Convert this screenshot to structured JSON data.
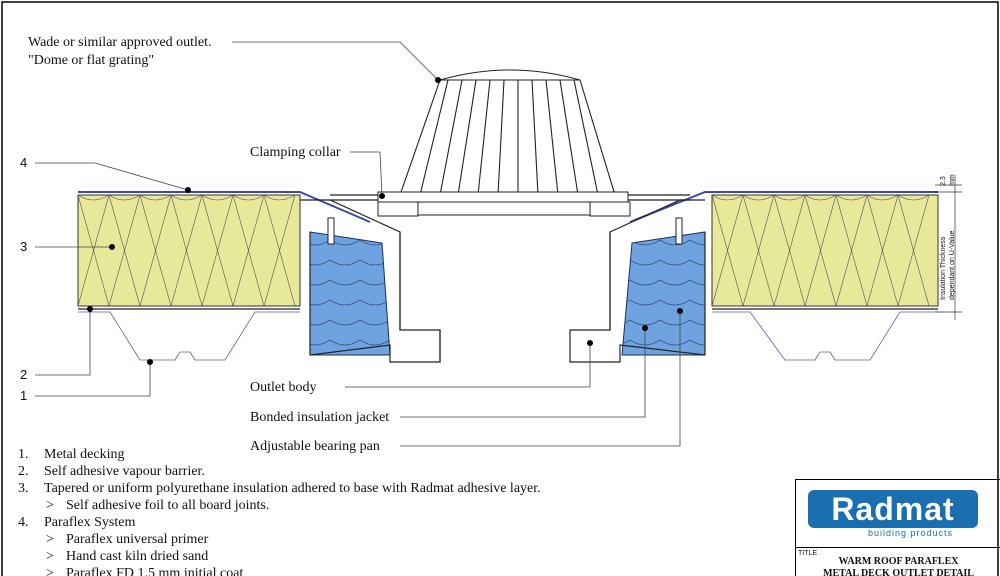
{
  "callouts": {
    "outlet": "Wade or similar approved outlet.",
    "outlet_sub": "\"Dome or flat grating\"",
    "clamping_collar": "Clamping collar",
    "outlet_body": "Outlet body",
    "bonded_jacket": "Bonded insulation jacket",
    "bearing_pan": "Adjustable bearing pan"
  },
  "markers": {
    "m4": "4",
    "m3": "3",
    "m2": "2",
    "m1": "1"
  },
  "dimensions": {
    "top": "2.3",
    "top_unit": "mm",
    "thickness_line1": "Insulation Thickness",
    "thickness_line2": "dependant on U-Value"
  },
  "notes": [
    {
      "n": "1.",
      "t": "Metal decking"
    },
    {
      "n": "2.",
      "t": "Self adhesive vapour barrier."
    },
    {
      "n": "3.",
      "t": "Tapered or uniform polyurethane insulation adhered to base with Radmat adhesive layer."
    },
    {
      "n": ">",
      "t": "Self adhesive foil to all board joints.",
      "sub": true
    },
    {
      "n": "4.",
      "t": "Paraflex System"
    },
    {
      "n": ">",
      "t": "Paraflex universal primer",
      "sub": true
    },
    {
      "n": ">",
      "t": "Hand cast kiln dried sand",
      "sub": true
    },
    {
      "n": ">",
      "t": "Paraflex FD 1.5 mm initial coat",
      "sub": true
    }
  ],
  "title_block": {
    "label": "TITLE",
    "line1": "WARM ROOF PARAFLEX",
    "line2": "METAL DECK OUTLET DETAIL",
    "logo_text": "Radmat",
    "logo_sub": "building products"
  },
  "colors": {
    "insulation": "#e8e89a",
    "jacket": "#6fa3df",
    "membrane": "#3b4aa8",
    "brand": "#1a6fb0"
  }
}
